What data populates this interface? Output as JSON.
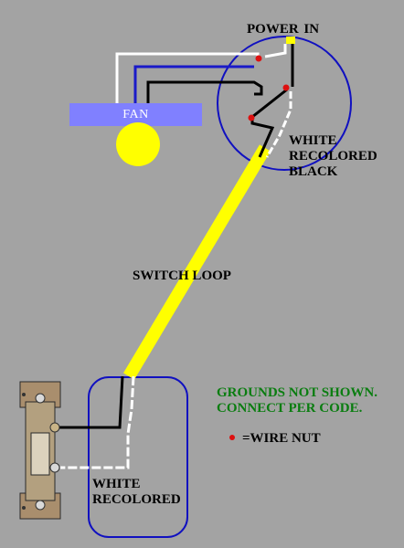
{
  "labels": {
    "power_in": "POWER  IN",
    "fan": "FAN",
    "white_recolored_black": [
      "WHITE",
      "RECOLORED",
      "BLACK"
    ],
    "switch_loop": "SWITCH LOOP",
    "grounds_note": [
      "GROUNDS NOT SHOWN.",
      "CONNECT PER CODE."
    ],
    "legend_wire_nut": "=WIRE NUT",
    "white_recolored_switch": [
      "WHITE",
      "RECOLORED"
    ]
  },
  "colors": {
    "background": "#a3a3a3",
    "box_outline": "#1010c0",
    "yellow_cable": "#ffff00",
    "fan_bar": "#8080ff",
    "fan_bulb": "#ffff00",
    "wire_nut": "#dd1010",
    "hot_wire": "#000000",
    "neutral_wire": "#ffffff",
    "blue_wire": "#1a1ac8",
    "note_text": "#0a7d10"
  },
  "icons": [
    "wire-nut-icon",
    "light-bulb-icon",
    "light-switch-icon"
  ]
}
